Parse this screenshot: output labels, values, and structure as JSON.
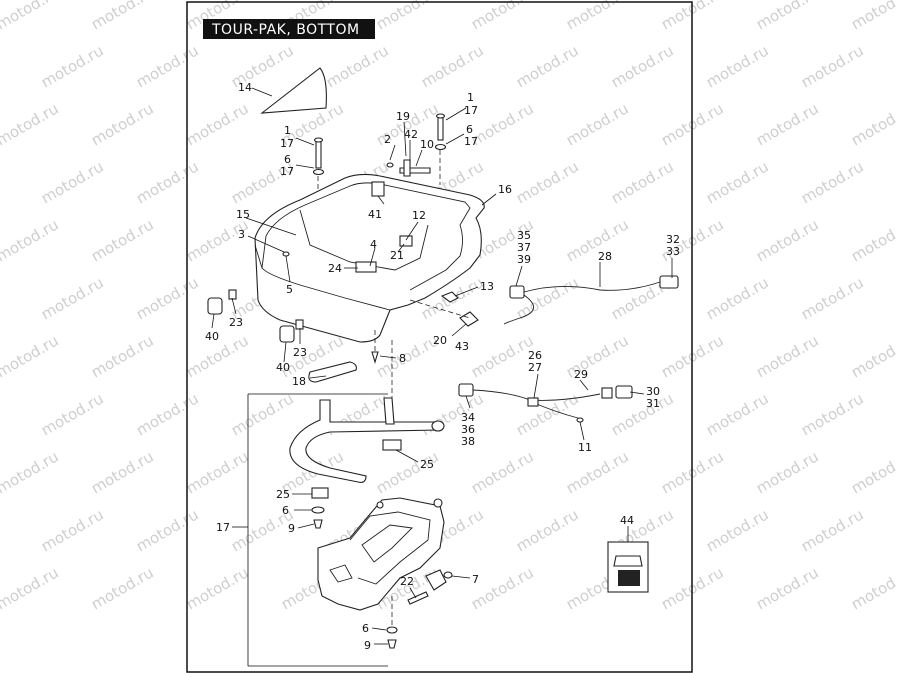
{
  "diagram": {
    "title": "TOUR-PAK, BOTTOM",
    "watermark": "motod.ru",
    "callouts": [
      {
        "id": "c14",
        "label": "14"
      },
      {
        "id": "c1a",
        "label": "1"
      },
      {
        "id": "c17a",
        "label": "17"
      },
      {
        "id": "c6a",
        "label": "6"
      },
      {
        "id": "c17b",
        "label": "17"
      },
      {
        "id": "c2",
        "label": "2"
      },
      {
        "id": "c19",
        "label": "19"
      },
      {
        "id": "c42",
        "label": "42"
      },
      {
        "id": "c10",
        "label": "10"
      },
      {
        "id": "c1b",
        "label": "1"
      },
      {
        "id": "c17c",
        "label": "17"
      },
      {
        "id": "c6b",
        "label": "6"
      },
      {
        "id": "c17d",
        "label": "17"
      },
      {
        "id": "c16",
        "label": "16"
      },
      {
        "id": "c15",
        "label": "15"
      },
      {
        "id": "c41",
        "label": "41"
      },
      {
        "id": "c12",
        "label": "12"
      },
      {
        "id": "c3",
        "label": "3"
      },
      {
        "id": "c4",
        "label": "4"
      },
      {
        "id": "c21",
        "label": "21"
      },
      {
        "id": "c24",
        "label": "24"
      },
      {
        "id": "c5",
        "label": "5"
      },
      {
        "id": "c13",
        "label": "13"
      },
      {
        "id": "c35",
        "label": "35"
      },
      {
        "id": "c37",
        "label": "37"
      },
      {
        "id": "c39",
        "label": "39"
      },
      {
        "id": "c28",
        "label": "28"
      },
      {
        "id": "c32",
        "label": "32"
      },
      {
        "id": "c33",
        "label": "33"
      },
      {
        "id": "c23a",
        "label": "23"
      },
      {
        "id": "c40a",
        "label": "40"
      },
      {
        "id": "c20",
        "label": "20"
      },
      {
        "id": "c43",
        "label": "43"
      },
      {
        "id": "c23b",
        "label": "23"
      },
      {
        "id": "c40b",
        "label": "40"
      },
      {
        "id": "c8",
        "label": "8"
      },
      {
        "id": "c18",
        "label": "18"
      },
      {
        "id": "c26",
        "label": "26"
      },
      {
        "id": "c27",
        "label": "27"
      },
      {
        "id": "c29",
        "label": "29"
      },
      {
        "id": "c30",
        "label": "30"
      },
      {
        "id": "c31",
        "label": "31"
      },
      {
        "id": "c34",
        "label": "34"
      },
      {
        "id": "c36",
        "label": "36"
      },
      {
        "id": "c38",
        "label": "38"
      },
      {
        "id": "c11",
        "label": "11"
      },
      {
        "id": "c25a",
        "label": "25"
      },
      {
        "id": "c25b",
        "label": "25"
      },
      {
        "id": "c6c",
        "label": "6"
      },
      {
        "id": "c9a",
        "label": "9"
      },
      {
        "id": "c17e",
        "label": "17"
      },
      {
        "id": "c44",
        "label": "44"
      },
      {
        "id": "c22",
        "label": "22"
      },
      {
        "id": "c7",
        "label": "7"
      },
      {
        "id": "c6d",
        "label": "6"
      },
      {
        "id": "c9b",
        "label": "9"
      }
    ]
  }
}
